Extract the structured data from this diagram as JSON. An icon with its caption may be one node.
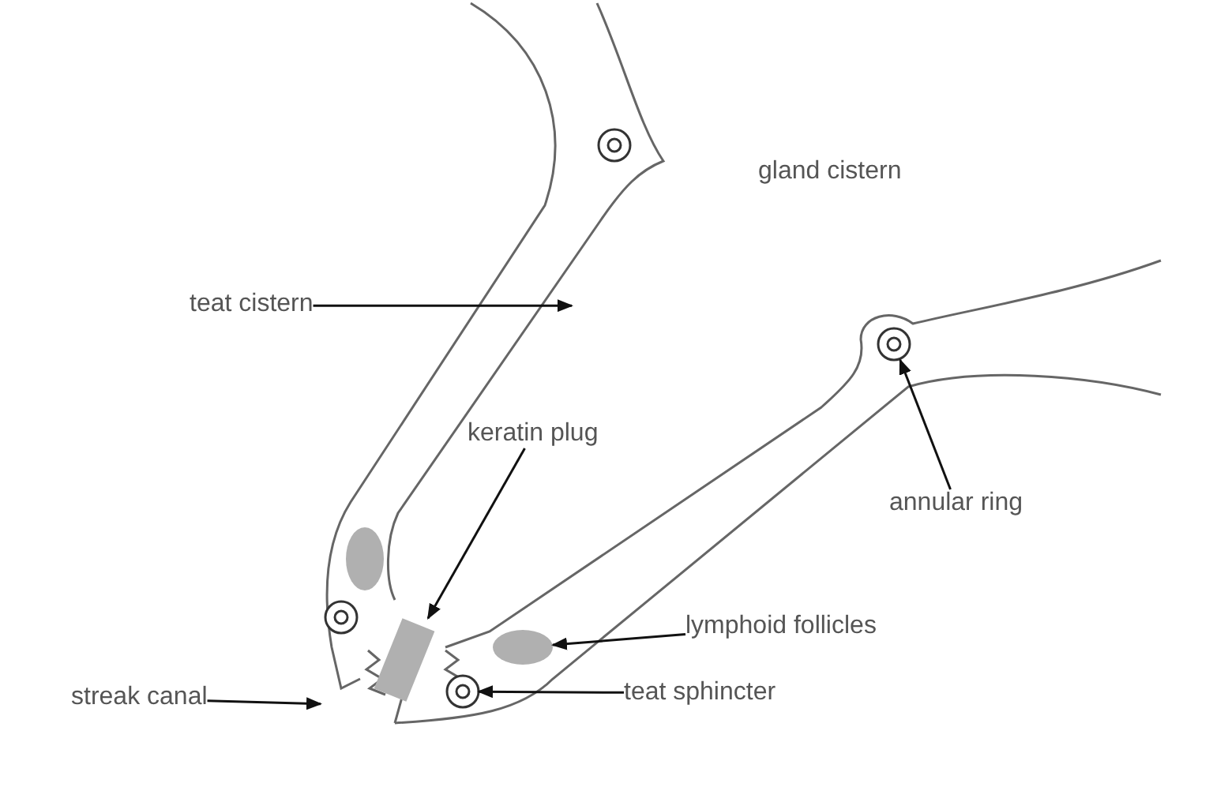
{
  "diagram": {
    "nodes": [
      {
        "text": [
          "teat cistern"
        ]
      },
      {
        "text": [
          "keratin plug"
        ]
      },
      {
        "text": [
          "annular ring"
        ]
      },
      {
        "text": [
          "lymphoid follicles"
        ]
      },
      {
        "text": [
          "streak canal"
        ]
      },
      {
        "text": [
          "teat sphincter"
        ]
      },
      {
        "text": [],
        "shape": "box"
      },
      {
        "text": [],
        "shape": "ellipse"
      },
      {
        "text": [],
        "shape": "circle"
      },
      {
        "text": [],
        "shape": "circle"
      }
    ],
    "edges": [
      {
        "from": 0,
        "to": null,
        "arrow": "to"
      },
      {
        "from": 1,
        "to": 6,
        "arrow": "to"
      },
      {
        "from": 2,
        "to": 8,
        "arrow": "to"
      },
      {
        "from": 3,
        "to": 7,
        "arrow": "to"
      },
      {
        "from": 4,
        "to": null,
        "arrow": "to"
      },
      {
        "from": 5,
        "to": 9,
        "arrow": "to"
      }
    ],
    "labels": [
      "gland cistern"
    ]
  }
}
